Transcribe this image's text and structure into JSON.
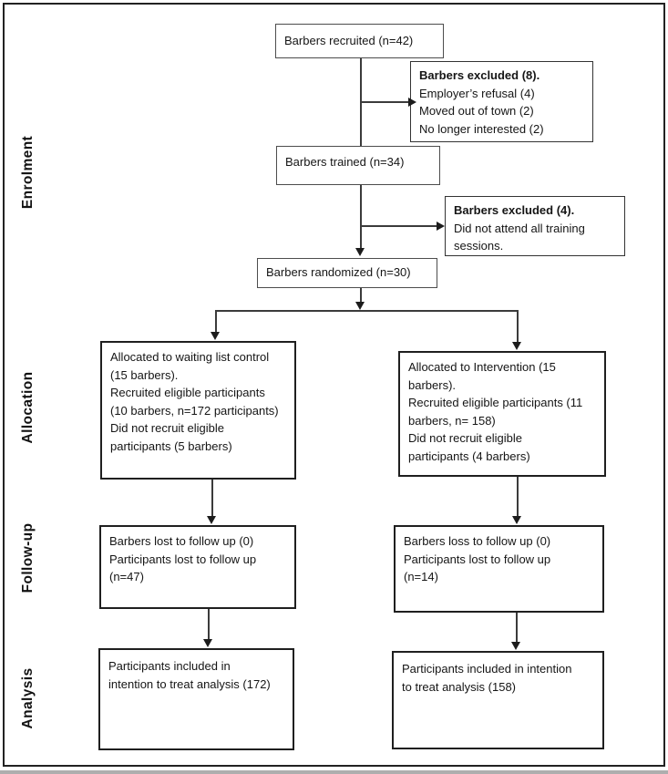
{
  "figure": {
    "stage_labels": [
      "Enrolment",
      "Allocation",
      "Follow-up",
      "Analysis"
    ],
    "boxes": {
      "recruited": {
        "text": "Barbers recruited (n=42)"
      },
      "excluded_8": {
        "title": "Barbers excluded (8).",
        "lines": [
          "Employer’s refusal (4)",
          "Moved out of town (2)",
          "No longer interested (2)"
        ]
      },
      "trained": {
        "text": "Barbers trained (n=34)"
      },
      "excluded_4": {
        "title": "Barbers excluded (4).",
        "lines": [
          "Did not attend all training",
          "sessions."
        ]
      },
      "randomized": {
        "text": "Barbers randomized (n=30)"
      },
      "allocated_control": {
        "lines": [
          "Allocated to waiting list control",
          "(15 barbers).",
          "Recruited eligible participants",
          "(10 barbers, n=172 participants)",
          "Did not recruit eligible",
          "participants (5 barbers)"
        ]
      },
      "allocated_intervention": {
        "lines": [
          "Allocated to Intervention (15",
          "barbers).",
          "Recruited eligible participants (11",
          "barbers, n= 158)",
          "Did not recruit eligible",
          "participants (4 barbers)"
        ]
      },
      "followup_control": {
        "lines": [
          "Barbers lost to follow up (0)",
          "Participants lost to follow up",
          "(n=47)"
        ]
      },
      "followup_intervention": {
        "lines": [
          "Barbers loss to follow up (0)",
          "Participants lost to follow up",
          "(n=14)"
        ]
      },
      "analysis_control": {
        "lines": [
          "Participants included in",
          "intention to treat analysis (172)"
        ]
      },
      "analysis_intervention": {
        "lines": [
          "Participants included in intention",
          "to treat analysis (158)"
        ]
      }
    },
    "colors": {
      "line": "#3b3b3b",
      "border": "#222222",
      "text": "#151515",
      "background": "#ffffff"
    }
  }
}
